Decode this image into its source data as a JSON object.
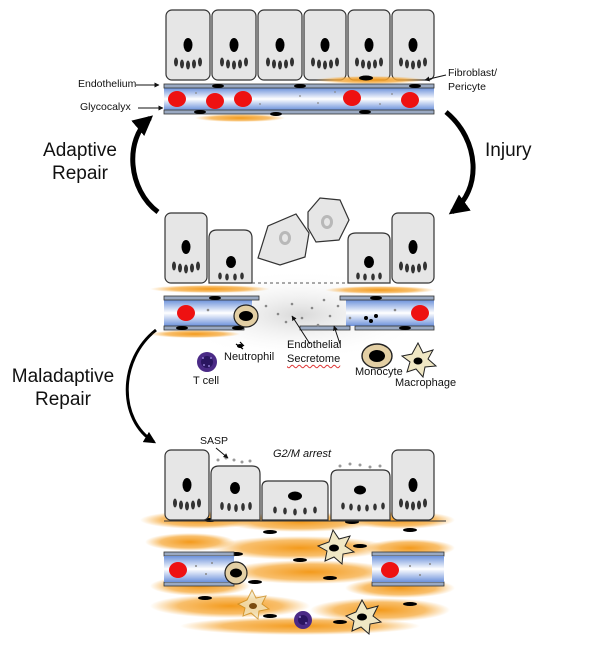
{
  "labels": {
    "endothelium": "Endothelium",
    "glycocalyx": "Glycocalyx",
    "fibroblast_line1": "Fibroblast/",
    "fibroblast_line2": "Pericyte",
    "adaptive_line1": "Adaptive",
    "adaptive_line2": "Repair",
    "injury": "Injury",
    "maladaptive_line1": "Maladaptive",
    "maladaptive_line2": "Repair",
    "neutrophil": "Neutrophil",
    "endothelial_secretome_line1": "Endothelial",
    "endothelial_secretome_line2": "Secretome",
    "t_cell": "T cell",
    "monocyte": "Monocyte",
    "macrophage": "Macrophage",
    "sasp": "SASP",
    "g2m_arrest": "G2/M arrest"
  },
  "colors": {
    "cell_fill": "#e6e6e6",
    "cell_stroke": "#333333",
    "nucleus": "#000000",
    "rbc": "#ee1111",
    "glycocalyx_blue": "#5a86d6",
    "vessel_wall": "#9aa9c2",
    "fibroblast_orange": "#f39a1c",
    "t_cell": "#4a2a86",
    "immune_tan": "#e3cfa4"
  }
}
